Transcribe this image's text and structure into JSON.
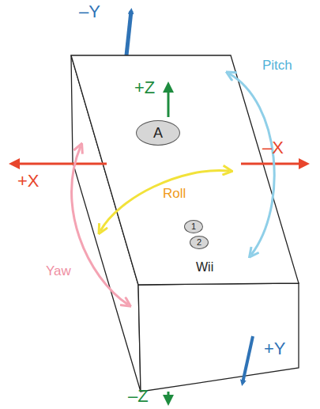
{
  "diagram": {
    "nodes": [
      {
        "text": [
          "A"
        ]
      },
      {
        "text": [
          "1"
        ]
      },
      {
        "text": [
          "2"
        ]
      }
    ],
    "labels": [
      "–Y",
      "Pitch",
      "+Z",
      "–X",
      "+X",
      "Roll",
      "Yaw",
      "Wii",
      "+Y",
      "–Z"
    ]
  }
}
